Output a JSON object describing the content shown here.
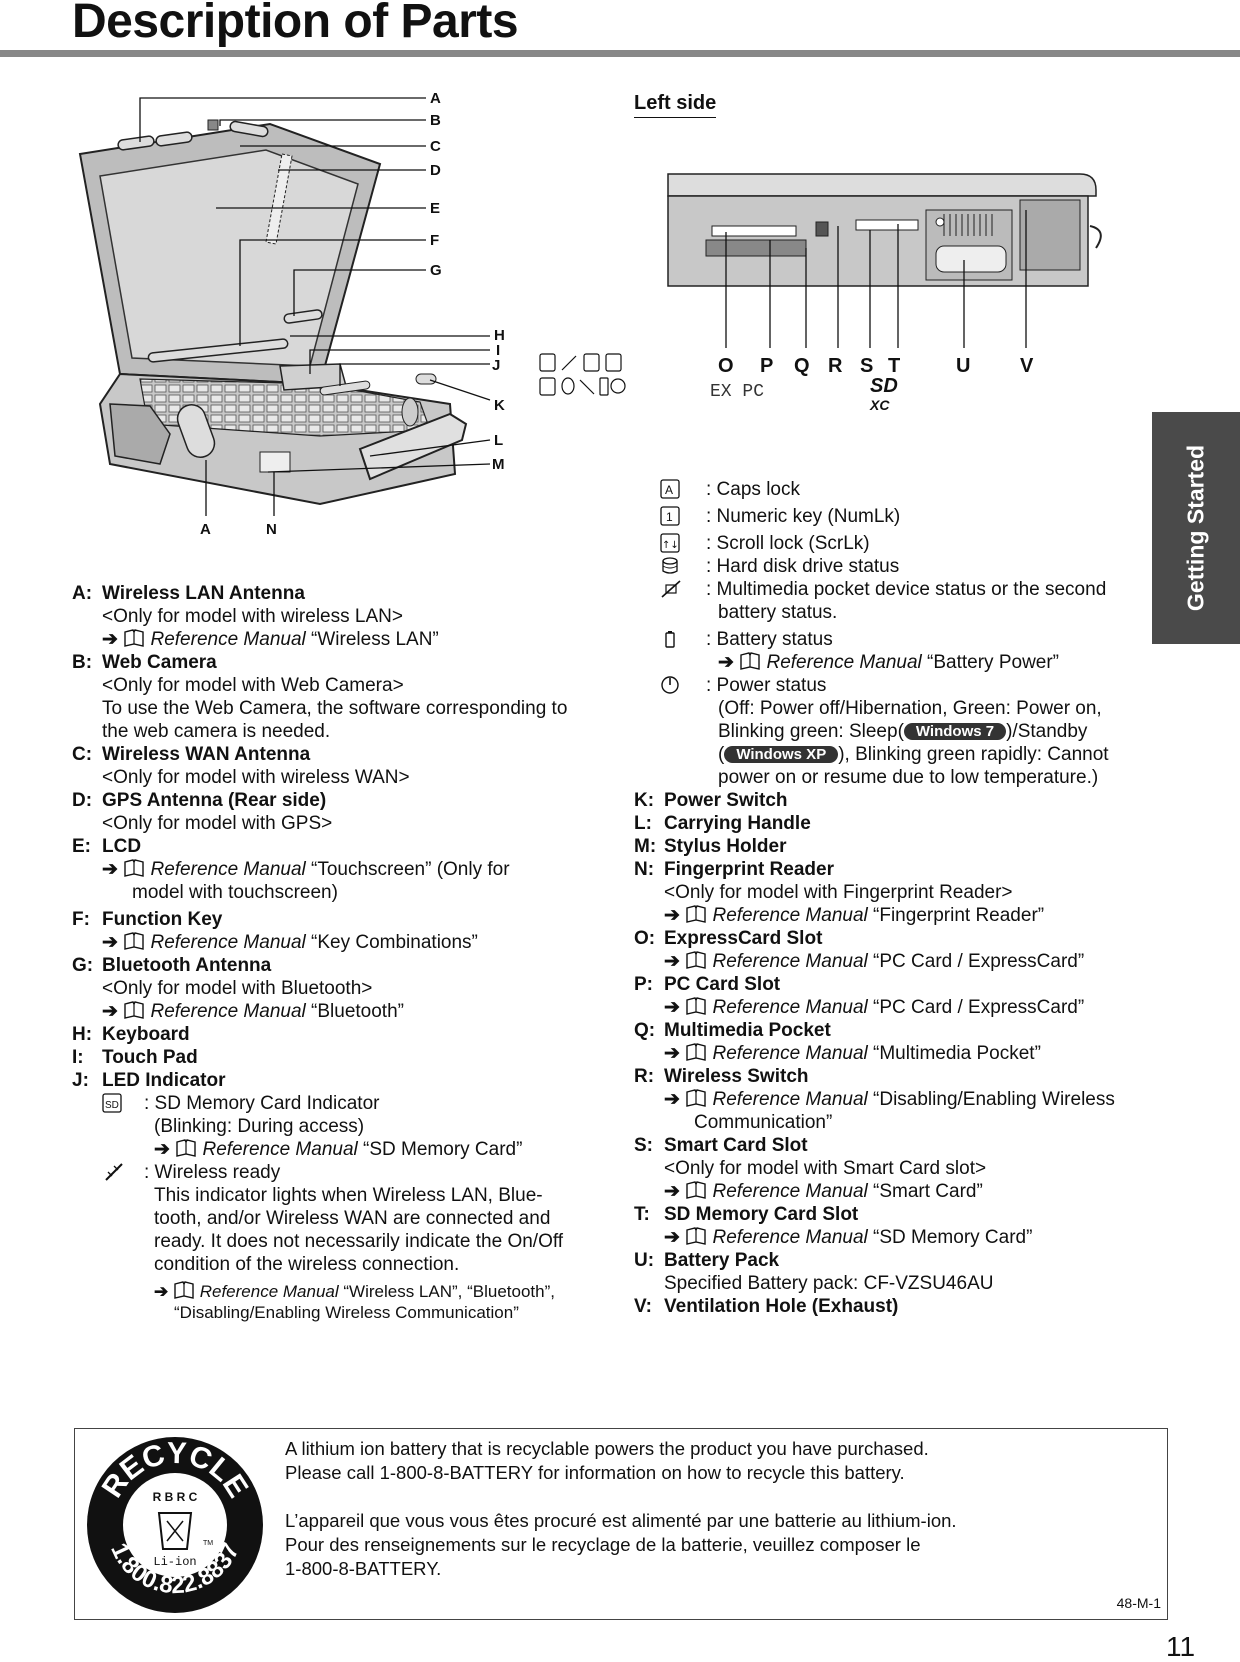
{
  "header": {
    "title": "Description of Parts"
  },
  "side_tab": {
    "label": "Getting Started"
  },
  "page_number": "11",
  "figure_top": {
    "callouts_right": [
      "A",
      "B",
      "C",
      "D",
      "E",
      "F",
      "G",
      "H",
      "I",
      "J",
      "K",
      "L",
      "M"
    ],
    "callouts_bottom": [
      "A",
      "N"
    ]
  },
  "figure_left": {
    "heading": "Left side",
    "letters": [
      "O",
      "P",
      "Q",
      "R",
      "S",
      "T",
      "U",
      "V"
    ],
    "ex_pc": "EX  PC",
    "sd_logo": "SD",
    "xc_logo": "XC"
  },
  "common": {
    "ref_manual": "Reference Manual",
    "arrow": "➔"
  },
  "icons": {
    "sd": "SD",
    "caps": "A",
    "num": "1",
    "scroll": "↑↓"
  },
  "left_col": {
    "A": {
      "letter": "A:",
      "name": "Wireless LAN Antenna",
      "note": "<Only for model with wireless LAN>",
      "ref": "“Wireless LAN”"
    },
    "B": {
      "letter": "B:",
      "name": "Web Camera",
      "note": "<Only for model with Web Camera>",
      "desc1": "To use the Web Camera, the software corresponding to",
      "desc2": "the web camera is needed."
    },
    "C": {
      "letter": "C:",
      "name": "Wireless WAN Antenna",
      "note": "<Only for model with wireless WAN>"
    },
    "D": {
      "letter": "D:",
      "name": "GPS Antenna (Rear side)",
      "note": "<Only for model with GPS>"
    },
    "E": {
      "letter": "E:",
      "name": "LCD",
      "ref": "“Touchscreen” (Only for",
      "ref2": "model with touchscreen)"
    },
    "F": {
      "letter": "F:",
      "name": "Function Key",
      "ref": "“Key Combinations”"
    },
    "G": {
      "letter": "G:",
      "name": "Bluetooth Antenna",
      "note": "<Only for model with Bluetooth>",
      "ref": "“Bluetooth”"
    },
    "H": {
      "letter": "H:",
      "name": "Keyboard"
    },
    "I": {
      "letter": "I:",
      "name": "Touch Pad"
    },
    "J": {
      "letter": "J:",
      "name": "LED Indicator"
    },
    "J_sd": {
      "line1": ": SD Memory Card Indicator",
      "line2": "(Blinking: During access)",
      "ref": "“SD Memory Card”"
    },
    "J_wireless": {
      "line1": ": Wireless ready",
      "line2": "This indicator lights when Wireless LAN, Blue-",
      "line3": "tooth, and/or Wireless WAN are connected and",
      "line4": "ready. It does not necessarily indicate the On/Off",
      "line5": "condition of the wireless connection.",
      "ref": "“Wireless LAN”, “Bluetooth”,",
      "ref2": "“Disabling/Enabling Wireless Communication”"
    }
  },
  "right_col": {
    "caps": ": Caps lock",
    "numlk": ": Numeric key (NumLk)",
    "scroll": ": Scroll lock (ScrLk)",
    "hdd": ": Hard disk drive status",
    "mm1": ": Multimedia pocket device status or the second",
    "mm2": "battery status.",
    "battery": ":   Battery status",
    "battery_ref": "“Battery Power”",
    "power1": ":  Power status",
    "power2": "(Off: Power off/Hibernation, Green: Power on,",
    "power3a": "Blinking green: Sleep(",
    "win7": "Windows 7",
    "power3b": ")/Standby",
    "power4a": "(",
    "winxp": "Windows XP",
    "power4b": "), Blinking green rapidly: Cannot",
    "power5": "power on or resume due to low temperature.)",
    "K": {
      "letter": "K:",
      "name": "Power Switch"
    },
    "L": {
      "letter": "L:",
      "name": "Carrying Handle"
    },
    "M": {
      "letter": "M:",
      "name": "Stylus Holder"
    },
    "N": {
      "letter": "N:",
      "name": "Fingerprint Reader",
      "note": "<Only for model with Fingerprint Reader>",
      "ref": "“Fingerprint Reader”"
    },
    "O": {
      "letter": "O:",
      "name": "ExpressCard Slot",
      "ref": "“PC Card / ExpressCard”"
    },
    "P": {
      "letter": "P:",
      "name": "PC Card Slot",
      "ref": "“PC Card / ExpressCard”"
    },
    "Q": {
      "letter": "Q:",
      "name": "Multimedia Pocket",
      "ref": "“Multimedia Pocket”"
    },
    "R": {
      "letter": "R:",
      "name": "Wireless Switch",
      "ref": "“Disabling/Enabling Wireless",
      "ref2": "Communication”"
    },
    "S": {
      "letter": "S:",
      "name": "Smart Card Slot",
      "note": "<Only for model with Smart Card slot>",
      "ref": "“Smart Card”"
    },
    "T": {
      "letter": "T:",
      "name": "SD Memory Card Slot",
      "ref": "“SD Memory Card”"
    },
    "U": {
      "letter": "U:",
      "name": "Battery Pack",
      "note": "Specified Battery pack: CF-VZSU46AU"
    },
    "V": {
      "letter": "V:",
      "name": "Ventilation Hole (Exhaust)"
    }
  },
  "recycle": {
    "logo_top": "RECYCLE",
    "logo_rbrc": "R B R C",
    "logo_liion": "Li-ion",
    "logo_tm": "TM",
    "logo_phone": "1.800.822.8837",
    "line1": "A lithium ion battery that is recyclable powers the product you have purchased.",
    "line2": "Please call 1-800-8-BATTERY for information on how to recycle this battery.",
    "line3": "L’appareil que vous vous êtes procuré est alimenté par une batterie au lithium-ion.",
    "line4": "Pour des renseignements sur le recyclage de la batterie, veuillez composer le",
    "line5": "1-800-8-BATTERY.",
    "code": "48-M-1"
  }
}
